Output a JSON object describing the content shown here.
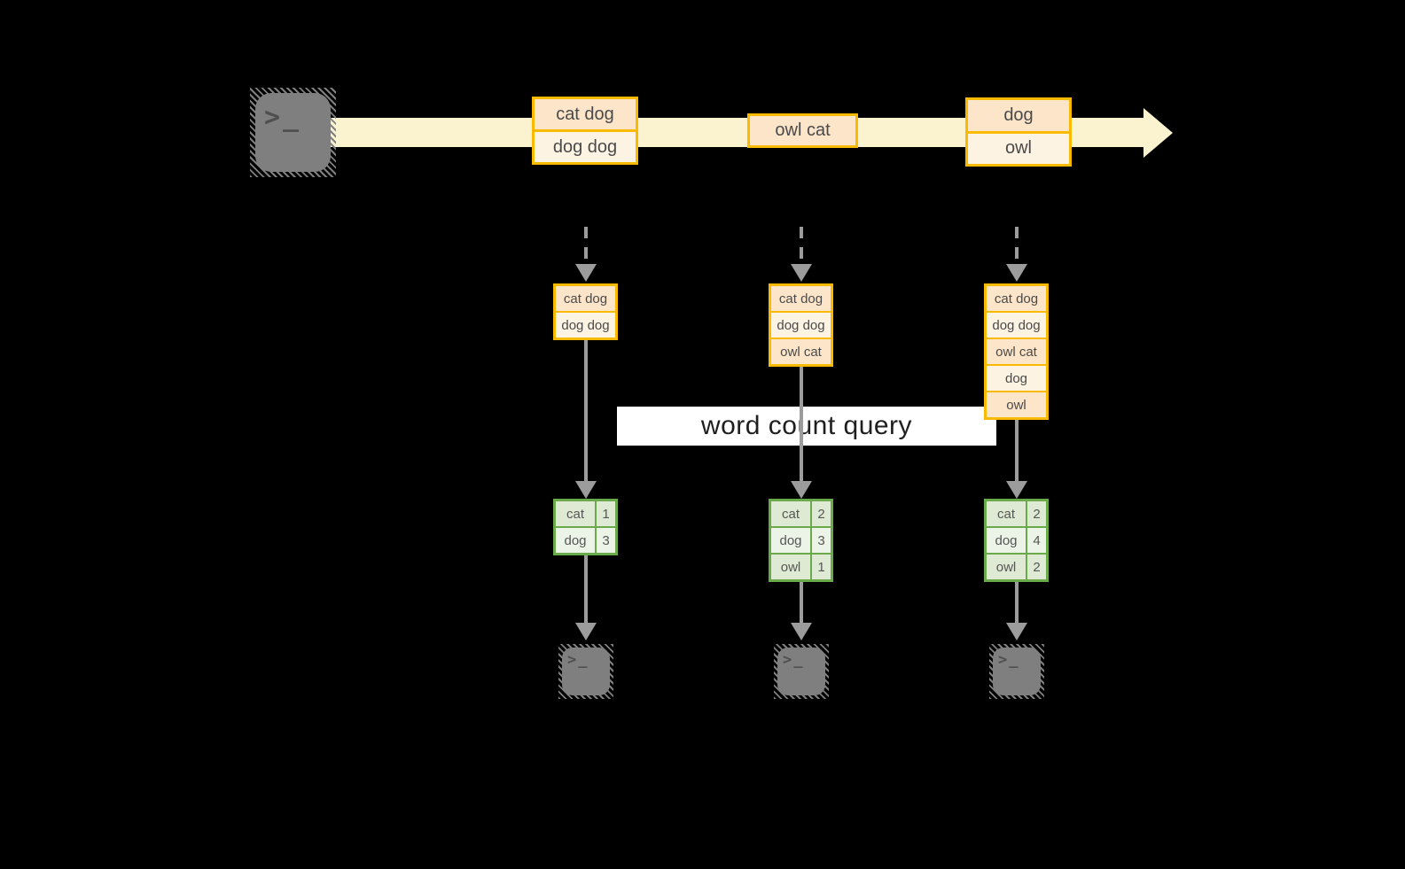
{
  "query_label": {
    "text": "word count query"
  },
  "icons": {
    "producer": "terminal-icon",
    "consumers": [
      "terminal-icon",
      "terminal-icon",
      "terminal-icon"
    ],
    "prompt_glyph": ">_"
  },
  "stream": {
    "records": [
      {
        "lines": [
          "cat dog",
          "dog dog"
        ]
      },
      {
        "lines": [
          "owl cat"
        ]
      },
      {
        "lines": [
          "dog",
          "owl"
        ]
      }
    ]
  },
  "consumers": [
    {
      "buffered_records": [
        "cat dog",
        "dog dog"
      ],
      "word_counts": [
        {
          "word": "cat",
          "count": "1"
        },
        {
          "word": "dog",
          "count": "3"
        }
      ]
    },
    {
      "buffered_records": [
        "cat dog",
        "dog dog",
        "owl cat"
      ],
      "word_counts": [
        {
          "word": "cat",
          "count": "2"
        },
        {
          "word": "dog",
          "count": "3"
        },
        {
          "word": "owl",
          "count": "1"
        }
      ]
    },
    {
      "buffered_records": [
        "cat dog",
        "dog dog",
        "owl cat",
        "dog",
        "owl"
      ],
      "word_counts": [
        {
          "word": "cat",
          "count": "2"
        },
        {
          "word": "dog",
          "count": "4"
        },
        {
          "word": "owl",
          "count": "2"
        }
      ]
    }
  ],
  "colors": {
    "background": "#000000",
    "stream_band": "#fbf2d0",
    "record_border": "#f9ba00",
    "record_fill_a": "#fce5c9",
    "record_fill_b": "#fdf3e3",
    "table_border": "#6aaa4b",
    "table_fill_a": "#dfead4",
    "table_fill_b": "#ecf3e7",
    "arrow_gray": "#9c9c9c",
    "terminal_gray": "#7f7f7f",
    "label_bg": "#ffffff",
    "text_dark": "#4a4a4a",
    "label_text": "#1f1f1f"
  }
}
